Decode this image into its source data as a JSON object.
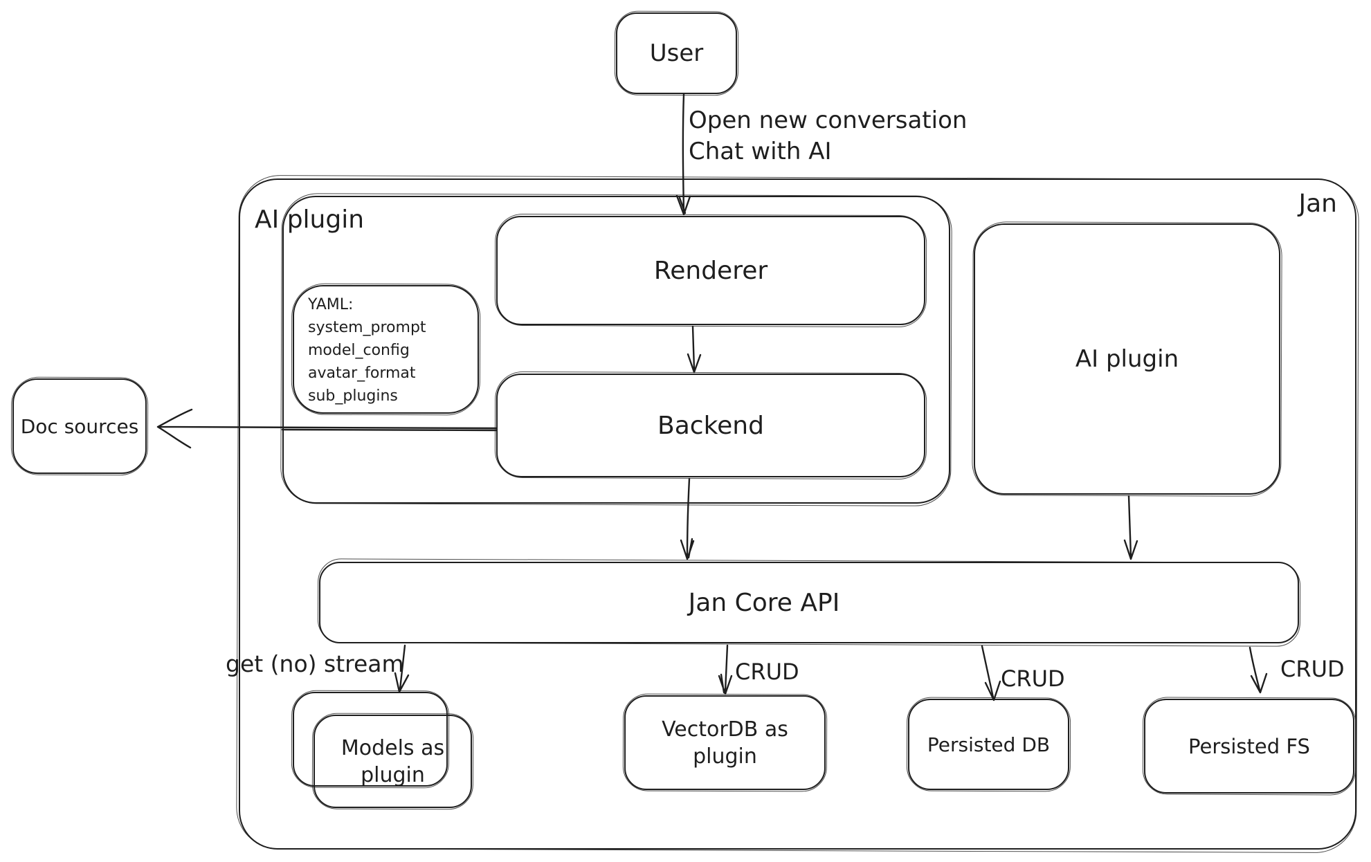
{
  "colors": {
    "stroke": "#1e1e1e",
    "background": "#ffffff"
  },
  "nodes": {
    "user": {
      "label": "User"
    },
    "jan": {
      "label": "Jan"
    },
    "ai_plugin_left": {
      "label": "AI plugin"
    },
    "renderer": {
      "label": "Renderer"
    },
    "backend": {
      "label": "Backend"
    },
    "ai_plugin_right": {
      "label": "AI plugin"
    },
    "doc_sources": {
      "label": "Doc sources"
    },
    "jan_core_api": {
      "label": "Jan Core API"
    },
    "models_plugin": {
      "label_line1": "Models as",
      "label_line2": "plugin"
    },
    "vectordb_plugin": {
      "label_line1": "VectorDB as",
      "label_line2": "plugin"
    },
    "persisted_db": {
      "label": "Persisted DB"
    },
    "persisted_fs": {
      "label": "Persisted FS"
    }
  },
  "notes": {
    "yaml": {
      "lines": [
        "YAML:",
        "system_prompt",
        "model_config",
        "avatar_format",
        "sub_plugins"
      ]
    }
  },
  "edges": {
    "user_to_renderer": {
      "label_line1": "Open new conversation",
      "label_line2": "Chat with AI"
    },
    "api_to_models": {
      "label": "get (no) stream"
    },
    "api_to_vectordb": {
      "label": "CRUD"
    },
    "api_to_persisted_db": {
      "label": "CRUD"
    },
    "api_to_persisted_fs": {
      "label": "CRUD"
    }
  }
}
